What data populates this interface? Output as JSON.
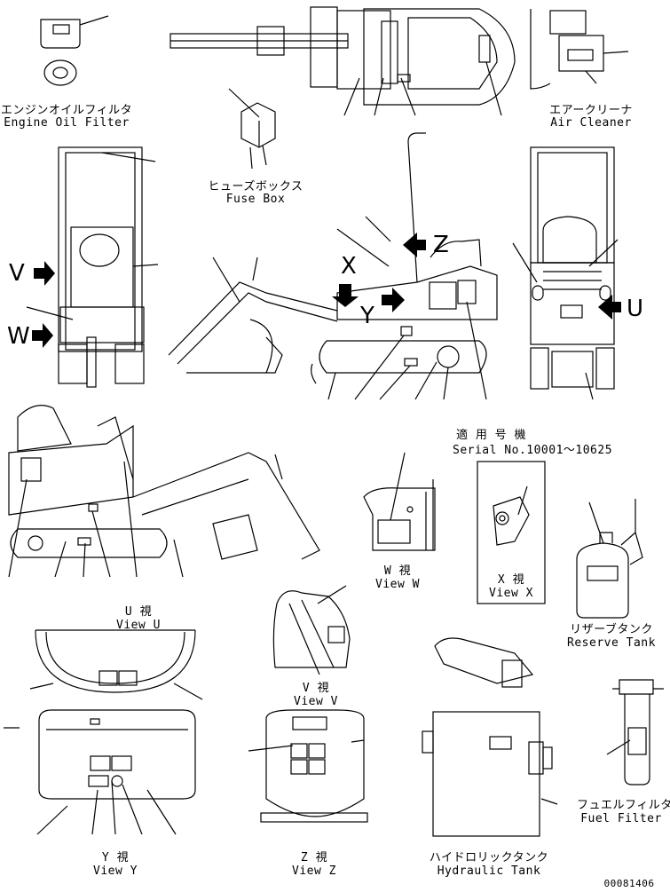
{
  "labels": {
    "engine_oil_filter_jp": "エンジンオイルフィルタ",
    "engine_oil_filter_en": "Engine Oil Filter",
    "air_cleaner_jp": "エアークリーナ",
    "air_cleaner_en": "Air Cleaner",
    "fuse_box_jp": "ヒューズボックス",
    "fuse_box_en": "Fuse Box",
    "serial_jp": "適 用 号 機",
    "serial_en": "Serial No.10001～10625",
    "view_w_jp": "W 視",
    "view_w_en": "View W",
    "view_x_jp": "X 視",
    "view_x_en": "View X",
    "view_u_jp": "U 視",
    "view_u_en": "View U",
    "view_v_jp": "V 視",
    "view_v_en": "View V",
    "view_y_jp": "Y 視",
    "view_y_en": "View Y",
    "view_z_jp": "Z 視",
    "view_z_en": "View Z",
    "reserve_tank_jp": "リザーブタンク",
    "reserve_tank_en": "Reserve Tank",
    "hydraulic_tank_jp": "ハイドロリックタンク",
    "hydraulic_tank_en": "Hydraulic Tank",
    "fuel_filter_jp": "フュエルフィルタ",
    "fuel_filter_en": "Fuel Filter",
    "drawing_number": "00081406"
  },
  "arrows": {
    "v": "V",
    "w": "W",
    "x": "X",
    "y": "Y",
    "z": "Z",
    "u": "U"
  }
}
